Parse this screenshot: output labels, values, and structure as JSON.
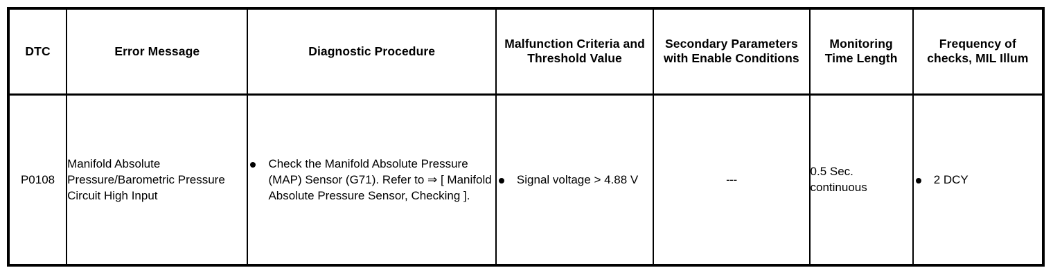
{
  "table": {
    "columns": [
      {
        "key": "dtc",
        "header": "DTC"
      },
      {
        "key": "err",
        "header": "Error Message"
      },
      {
        "key": "proc",
        "header": "Diagnostic Procedure"
      },
      {
        "key": "crit",
        "header": "Malfunction Criteria and Threshold Value"
      },
      {
        "key": "sec",
        "header": "Secondary Parameters with Enable Conditions"
      },
      {
        "key": "mon",
        "header": "Monitoring Time Length"
      },
      {
        "key": "freq",
        "header": "Frequency of checks, MIL Illum"
      }
    ],
    "row": {
      "dtc": "P0108",
      "error_message": "Manifold Absolute Pressure/Barometric Pressure Circuit High Input",
      "diagnostic_procedure": [
        "Check the Manifold Absolute Pressure (MAP) Sensor (G71). Refer to ⇒ [ Manifold Absolute Pressure Sensor, Checking ]."
      ],
      "malfunction_criteria": [
        "Signal voltage > 4.88 V"
      ],
      "secondary_parameters": "---",
      "monitoring_time": "0.5 Sec. continuous",
      "frequency_of_checks": [
        "2 DCY"
      ]
    }
  },
  "style": {
    "border_color": "#000000",
    "background_color": "#ffffff",
    "text_color": "#000000",
    "bullet_glyph": "●"
  }
}
